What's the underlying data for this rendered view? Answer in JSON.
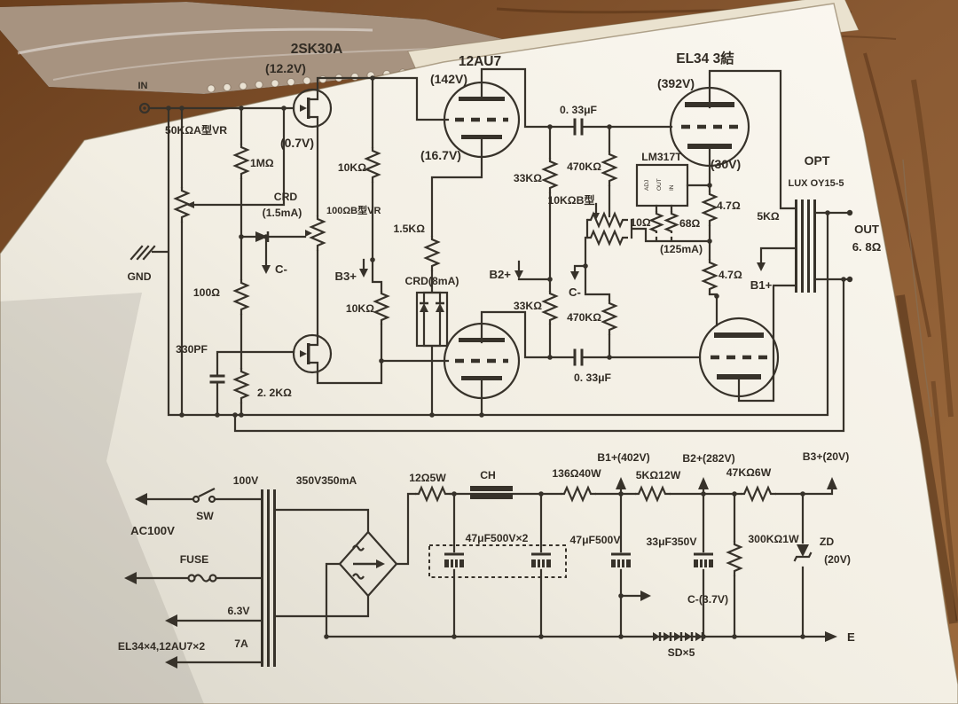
{
  "photo": {
    "description": "photocopied vacuum-tube amplifier schematic on a wooden table, plastic sleeve at top left"
  },
  "colors": {
    "paper": "#f6f2e8",
    "ink": "#37322a",
    "wood": "#8a5a33"
  },
  "amp": {
    "in": "IN",
    "gnd": "GND",
    "input_vr": "50KΩA型VR",
    "grid_r": "1MΩ",
    "fet": "2SK30A",
    "fet_drain_v": "(12.2V)",
    "fet_gate_v": "(0.7V)",
    "fet_load": "10KΩ",
    "crd1": "CRD",
    "crd1_i": "(1.5mA)",
    "source_vr": "100ΩB型VR",
    "c_minus_1": "C-",
    "b3": "B3+",
    "b3_r": "10KΩ",
    "fb_r": "100Ω",
    "fb_c": "330PF",
    "fb_r2": "2. 2KΩ",
    "v1": "12AU7",
    "v1_plate_v": "(142V)",
    "v1_cathode_v": "(16.7V)",
    "v1_cathode_r": "1.5KΩ",
    "crd2": "CRD(8mA)",
    "v1_load": "33KΩ",
    "v1_load2": "33KΩ",
    "b2": "B2+",
    "c_minus_2": "C-",
    "cap1": "0. 33μF",
    "cap2": "0. 33μF",
    "grid_r2": "470KΩ",
    "grid_r3": "470KΩ",
    "bias_vr": "10KΩB型",
    "bias_r": "10Ω",
    "reg": "LM317T",
    "reg_pins": [
      "ADJ",
      "OUT",
      "IN"
    ],
    "reg_r": "68Ω",
    "reg_i": "(125mA)",
    "el34": "EL34 3結",
    "el34_plate_v": "(392V)",
    "el34_cathode_v": "(30V)",
    "r47_1": "4.7Ω",
    "r47_2": "4.7Ω",
    "b1": "B1+",
    "opt": "OPT",
    "opt_model": "LUX OY15-5",
    "opt_primary": "5KΩ",
    "out": "OUT",
    "out_z": "6. 8Ω"
  },
  "psu": {
    "ac": "AC100V",
    "primary_v": "100V",
    "sw": "SW",
    "fuse": "FUSE",
    "hv_winding": "350V350mA",
    "heater_v": "6.3V",
    "heater_a": "7A",
    "heater_load": "EL34×4,12AU7×2",
    "r1": "12Ω5W",
    "choke": "CH",
    "c_pair": "47μF500V×2",
    "r2": "136Ω40W",
    "b1": "B1+(402V)",
    "c3": "47μF500V",
    "r3": "5KΩ12W",
    "b2": "B2+(282V)",
    "c4": "33μF350V",
    "r4": "47KΩ6W",
    "b3": "B3+(20V)",
    "bleeder": "300KΩ1W",
    "zd": "ZD",
    "zd_v": "(20V)",
    "c_minus": "C-(3.7V)",
    "sd": "SD×5",
    "e": "E"
  }
}
